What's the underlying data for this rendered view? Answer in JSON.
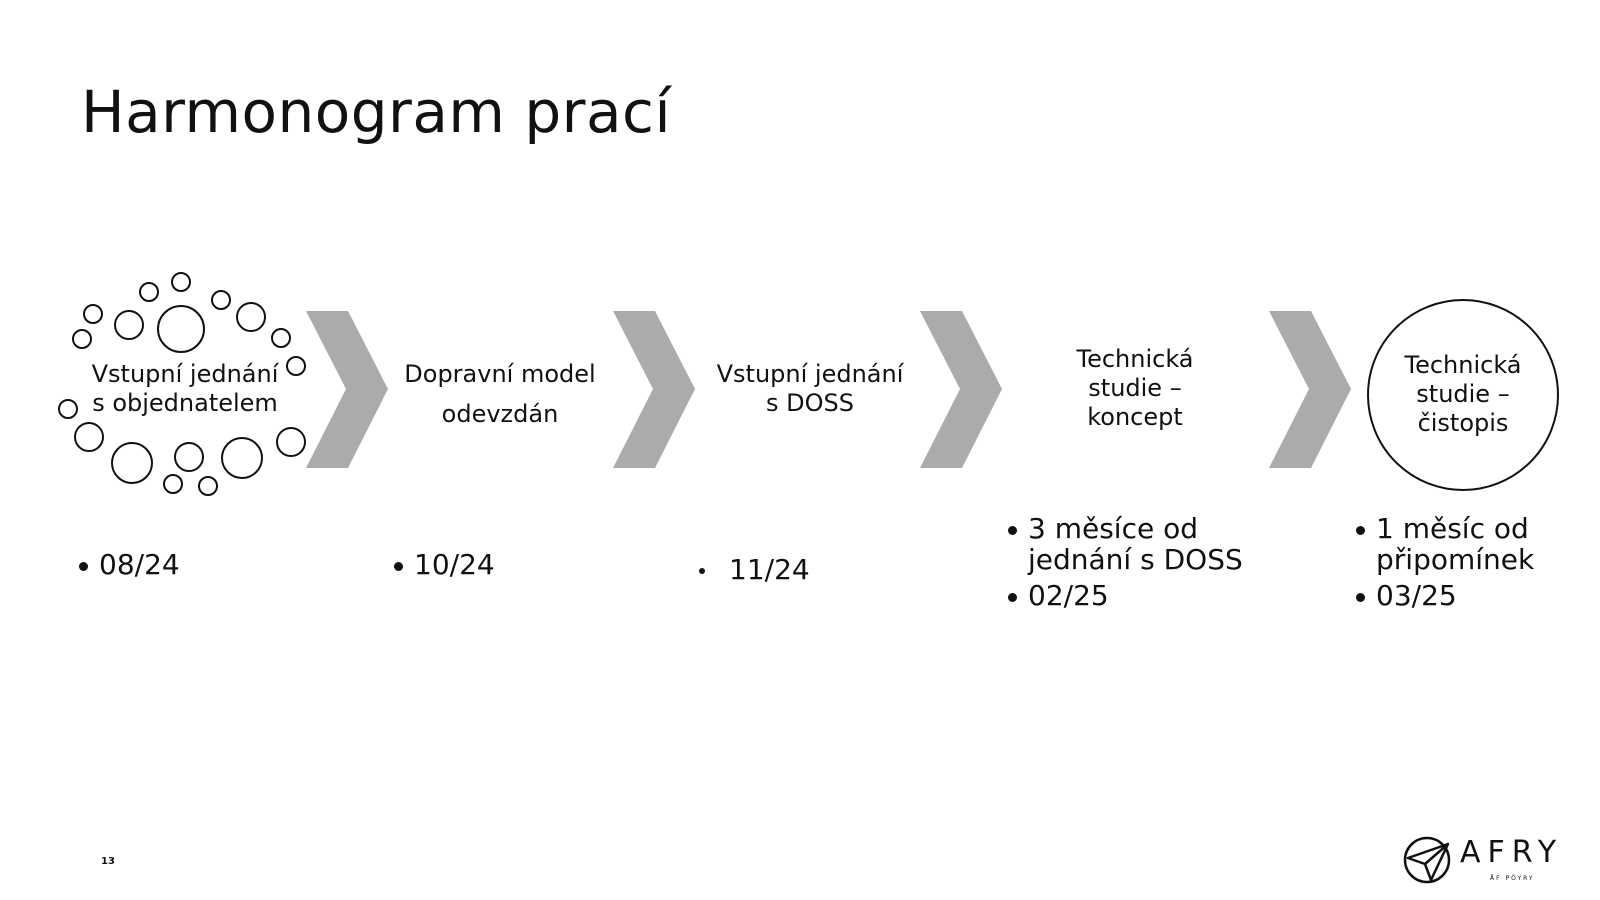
{
  "title": "Harmonogram prací",
  "stages": [
    {
      "lines": [
        "Vstupní jednání",
        "s objednatelem"
      ],
      "bullets": [
        "08/24"
      ]
    },
    {
      "lines": [
        "Dopravní model",
        "odevzdán"
      ],
      "bullets": [
        "10/24"
      ]
    },
    {
      "lines": [
        "Vstupní jednání",
        "s DOSS"
      ],
      "bullets": [
        "11/24"
      ]
    },
    {
      "lines": [
        "Technická",
        "studie –",
        "koncept"
      ],
      "bullets": [
        "3 měsíce od",
        "jednání s DOSS",
        "02/25"
      ]
    },
    {
      "lines": [
        "Technická",
        "studie –",
        "čistopis"
      ],
      "bullets": [
        "1 měsíc od",
        "připomínek",
        "03/25"
      ]
    }
  ],
  "colors": {
    "chevron": "#ababab",
    "text": "#111111"
  },
  "page_number": "13",
  "logo": {
    "word": "AFRY",
    "sub": "ÅF PÖYRY",
    "icon": "paper-plane-icon"
  }
}
